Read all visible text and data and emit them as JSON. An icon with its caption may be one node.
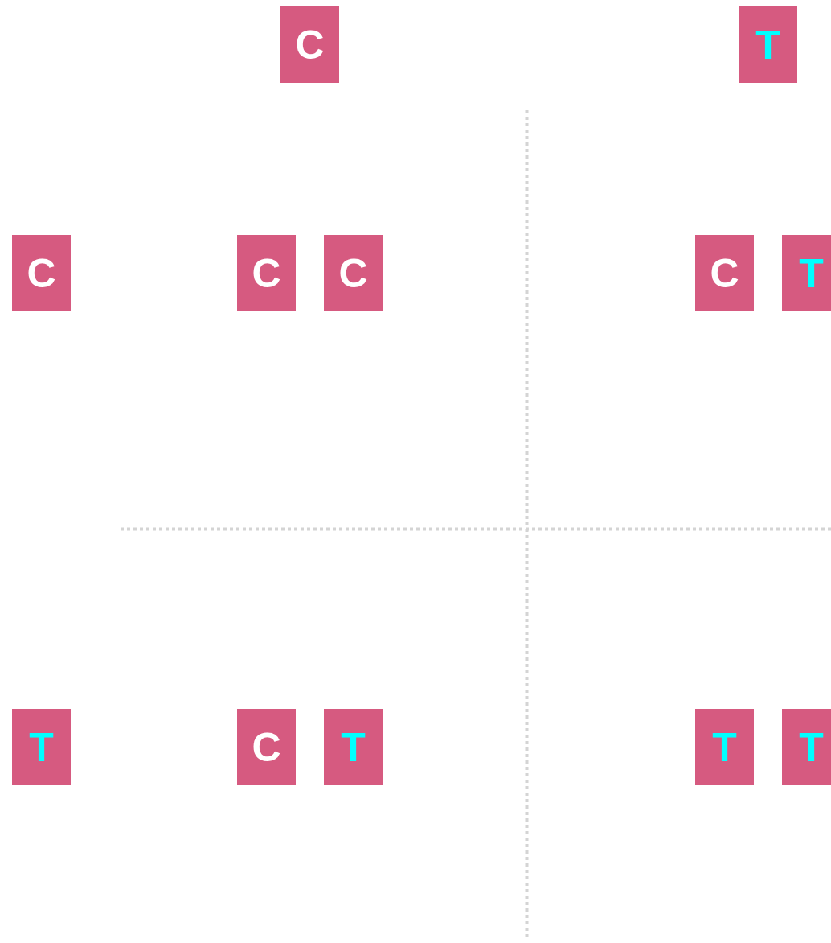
{
  "diagram": {
    "nodes": [
      {
        "text": [
          "C"
        ]
      },
      {
        "text": [
          "T"
        ]
      },
      {
        "text": [
          "C"
        ]
      },
      {
        "text": [
          "C"
        ]
      },
      {
        "text": [
          "C"
        ]
      },
      {
        "text": [
          "C"
        ]
      },
      {
        "text": [
          "T"
        ]
      },
      {
        "text": [
          "T"
        ]
      },
      {
        "text": [
          "C"
        ]
      },
      {
        "text": [
          "T"
        ]
      },
      {
        "text": [
          "T"
        ]
      },
      {
        "text": [
          "T"
        ]
      }
    ]
  }
}
